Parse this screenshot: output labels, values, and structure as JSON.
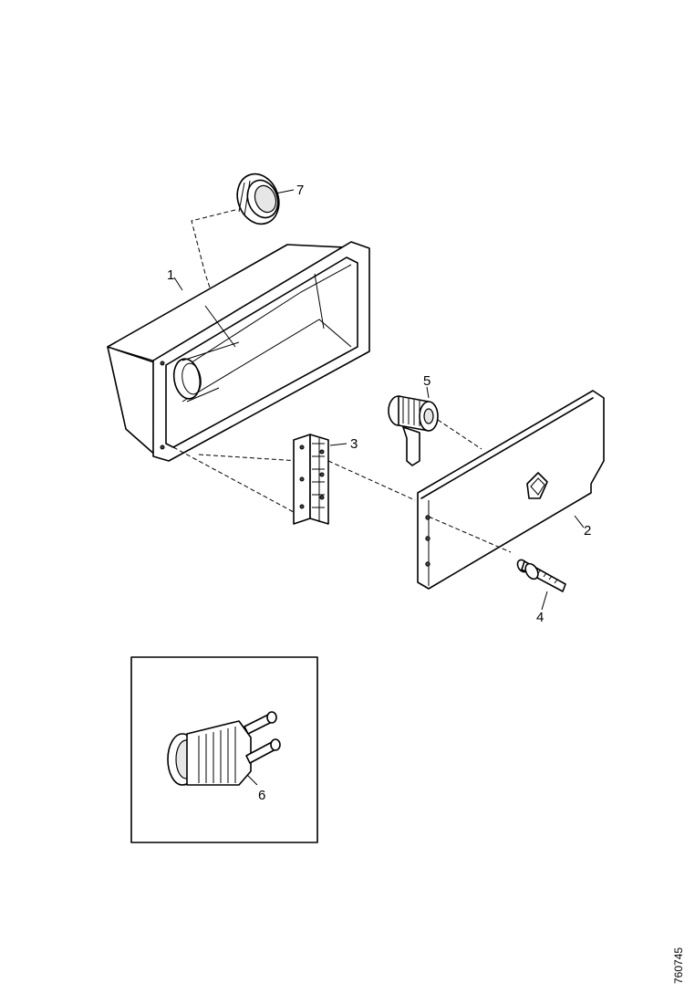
{
  "callouts": {
    "housing": "1",
    "cover_plate": "2",
    "hinge": "3",
    "bolt": "4",
    "lock": "5",
    "lock_cylinder": "6",
    "grommet": "7"
  },
  "drawing_code": "760745"
}
